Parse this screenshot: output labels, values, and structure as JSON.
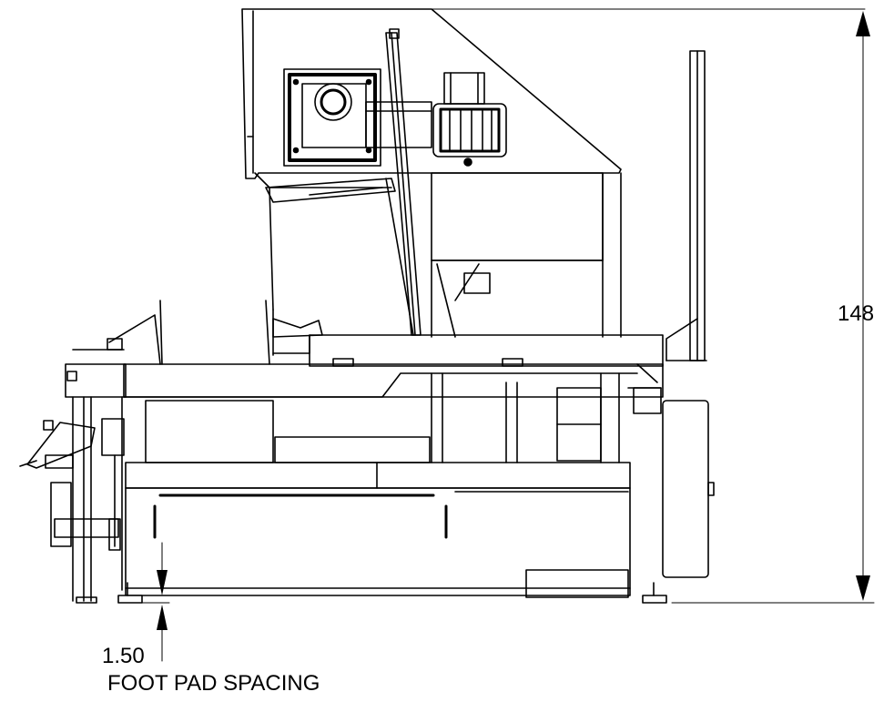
{
  "dimensions": {
    "overall_height": "148",
    "foot_pad_value": "1.50",
    "foot_pad_label": "FOOT PAD SPACING"
  }
}
